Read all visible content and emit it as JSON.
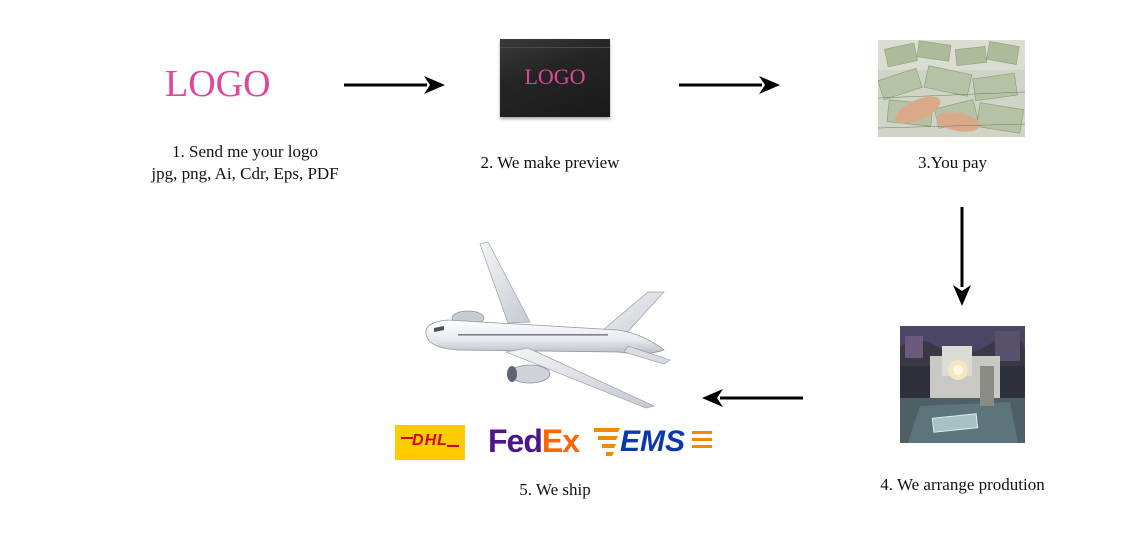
{
  "step1": {
    "logo_text": "LOGO",
    "caption_line1": "1. Send me your logo",
    "caption_line2": "jpg, png, Ai, Cdr, Eps, PDF",
    "colors": {
      "logo": "#e0479a"
    }
  },
  "step2": {
    "box_logo_text": "LOGO",
    "caption": "2. We make preview",
    "colors": {
      "box": "#2a2a2a",
      "logo": "#e0479a"
    }
  },
  "step3": {
    "caption": "3.You pay"
  },
  "step4": {
    "caption": "4. We arrange prodution"
  },
  "step5": {
    "caption": "5. We ship",
    "carriers": {
      "dhl": "DHL",
      "fedex_fed": "Fed",
      "fedex_ex": "Ex",
      "ems": "EMS"
    },
    "colors": {
      "dhl_bg": "#ffcc00",
      "dhl_text": "#d40511",
      "fedex_purple": "#4d148c",
      "fedex_orange": "#ff6600",
      "ems_blue": "#0b3aa8",
      "ems_orange": "#f08a00"
    }
  },
  "icons": [
    "arrow-right-icon",
    "arrow-down-icon",
    "arrow-left-icon",
    "airplane-icon"
  ]
}
